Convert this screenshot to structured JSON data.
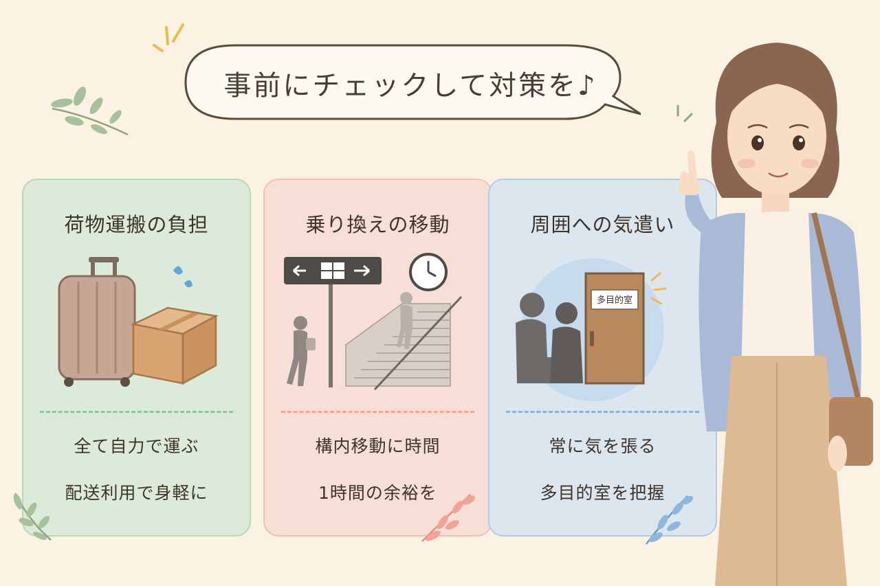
{
  "headline": "事前にチェックして対策を♪",
  "cards": [
    {
      "title": "荷物運搬の負担",
      "line1": "全て自力で運ぶ",
      "line2": "配送利用で身軽に",
      "accent": "#8fc3a1"
    },
    {
      "title": "乗り換えの移動",
      "line1": "構内移動に時間",
      "line2": "1時間の余裕を",
      "accent": "#efa59a"
    },
    {
      "title": "周囲への気遣い",
      "line1": "常に気を張る",
      "line2": "多目的室を把握",
      "accent": "#8fb1d3",
      "door_sign": "多目的室"
    }
  ],
  "icons": [
    "suitcase-icon",
    "cardboard-box-icon",
    "sweat-drops-icon",
    "direction-sign-icon",
    "clock-icon",
    "walking-person-icon",
    "staircase-icon",
    "seated-people-icon",
    "door-icon",
    "leaf-sprig-icon",
    "sparkle-lines-icon"
  ],
  "colors": {
    "background": "#fbf2e3",
    "green_card": "#dcebd9",
    "pink_card": "#f7dfd8",
    "blue_card": "#dce6ef",
    "text": "#4a3c30"
  }
}
